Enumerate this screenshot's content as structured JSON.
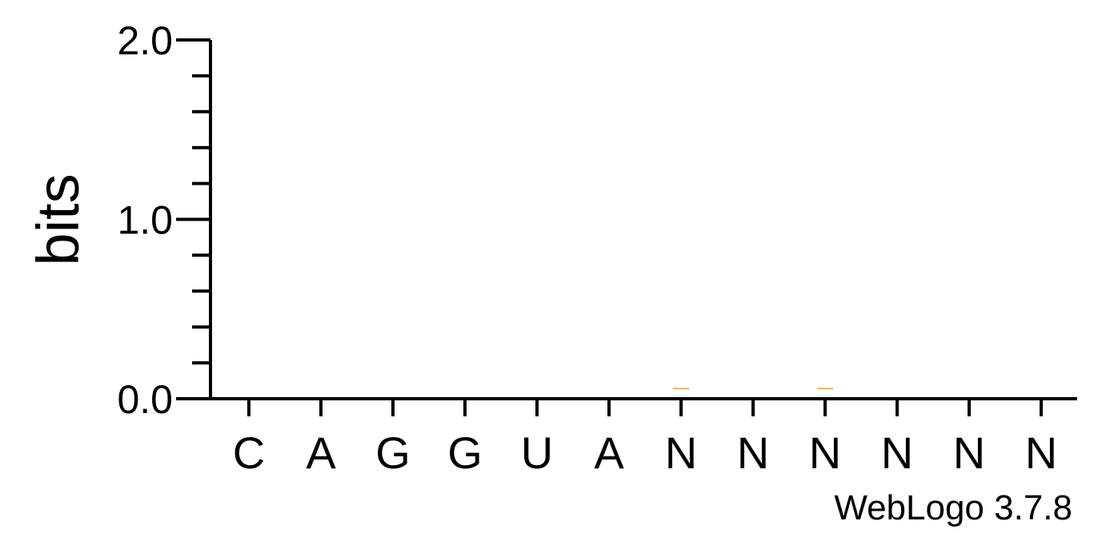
{
  "chart_data": {
    "type": "bar",
    "ylabel": "bits",
    "xlabel": "",
    "ylim": [
      0,
      2.0
    ],
    "y_major_ticks": [
      0.0,
      1.0,
      2.0
    ],
    "y_major_tick_labels": [
      "0.0",
      "1.0",
      "2.0"
    ],
    "y_minor_ticks": [
      0.2,
      0.4,
      0.6,
      0.8,
      1.2,
      1.4,
      1.6,
      1.8
    ],
    "grid": false,
    "categories": [
      "C",
      "A",
      "G",
      "G",
      "U",
      "A",
      "N",
      "N",
      "N",
      "N",
      "N",
      "N"
    ],
    "values": [
      0,
      0,
      0,
      0,
      0,
      0,
      0.01,
      0,
      0.03,
      0,
      0,
      0
    ],
    "series_color": "#FFA500",
    "credit": "WebLogo 3.7.8"
  }
}
